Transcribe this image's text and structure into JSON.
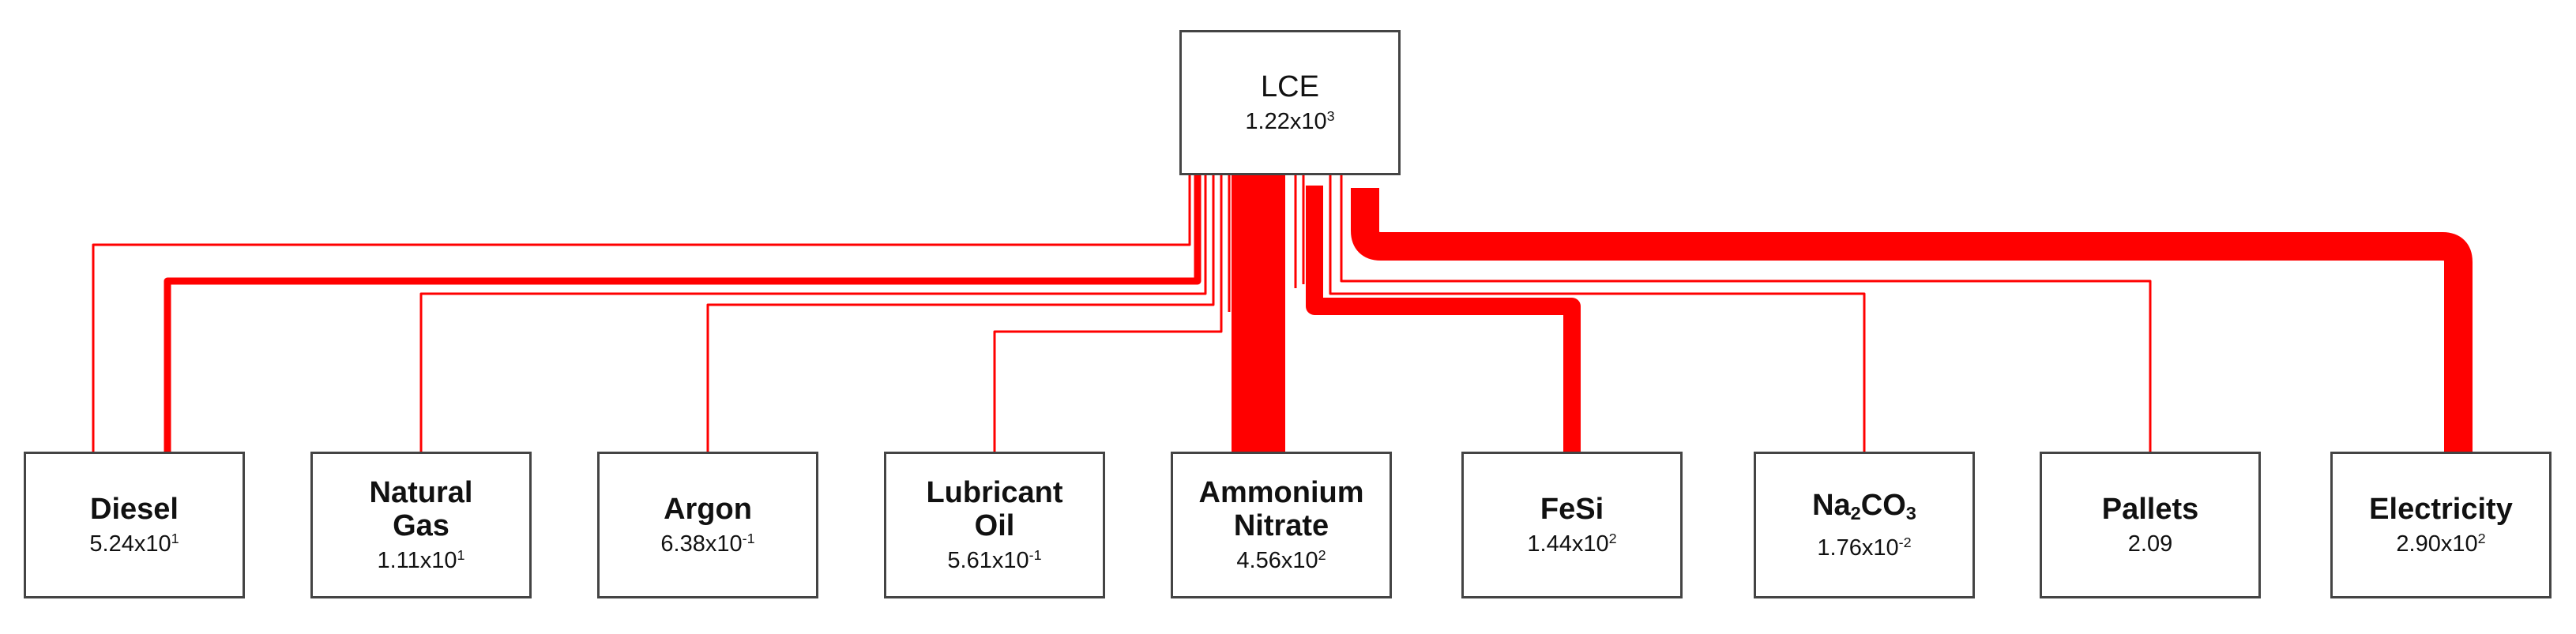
{
  "diagram": {
    "flow_color": "#ff0000",
    "border_color": "#444444",
    "root": {
      "name": "LCE",
      "value": {
        "mantissa": "1.22x10",
        "exp": "3"
      }
    },
    "nodes": [
      {
        "id": "diesel",
        "name_lines": [
          "Diesel"
        ],
        "value": {
          "mantissa": "5.24x10",
          "exp": "1"
        }
      },
      {
        "id": "natural-gas",
        "name_lines": [
          "Natural",
          "Gas"
        ],
        "value": {
          "mantissa": "1.11x10",
          "exp": "1"
        }
      },
      {
        "id": "argon",
        "name_lines": [
          "Argon"
        ],
        "value": {
          "mantissa": "6.38x10",
          "exp": "-1"
        }
      },
      {
        "id": "lubricant-oil",
        "name_lines": [
          "Lubricant",
          "Oil"
        ],
        "value": {
          "mantissa": "5.61x10",
          "exp": "-1"
        }
      },
      {
        "id": "ammonium-nitrate",
        "name_lines": [
          "Ammonium",
          "Nitrate"
        ],
        "value": {
          "mantissa": "4.56x10",
          "exp": "2"
        }
      },
      {
        "id": "fesi",
        "name_lines": [
          "FeSi"
        ],
        "value": {
          "mantissa": "1.44x10",
          "exp": "2"
        }
      },
      {
        "id": "na2co3",
        "name_lines": [
          "Na"
        ],
        "name_sub": "2",
        "name_tail": "CO",
        "name_sub2": "3",
        "value": {
          "mantissa": "1.76x10",
          "exp": "-2"
        }
      },
      {
        "id": "pallets",
        "name_lines": [
          "Pallets"
        ],
        "value": {
          "mantissa": "2.09",
          "exp": ""
        }
      },
      {
        "id": "electricity",
        "name_lines": [
          "Electricity"
        ],
        "value": {
          "mantissa": "2.90x10",
          "exp": "2"
        }
      }
    ]
  }
}
